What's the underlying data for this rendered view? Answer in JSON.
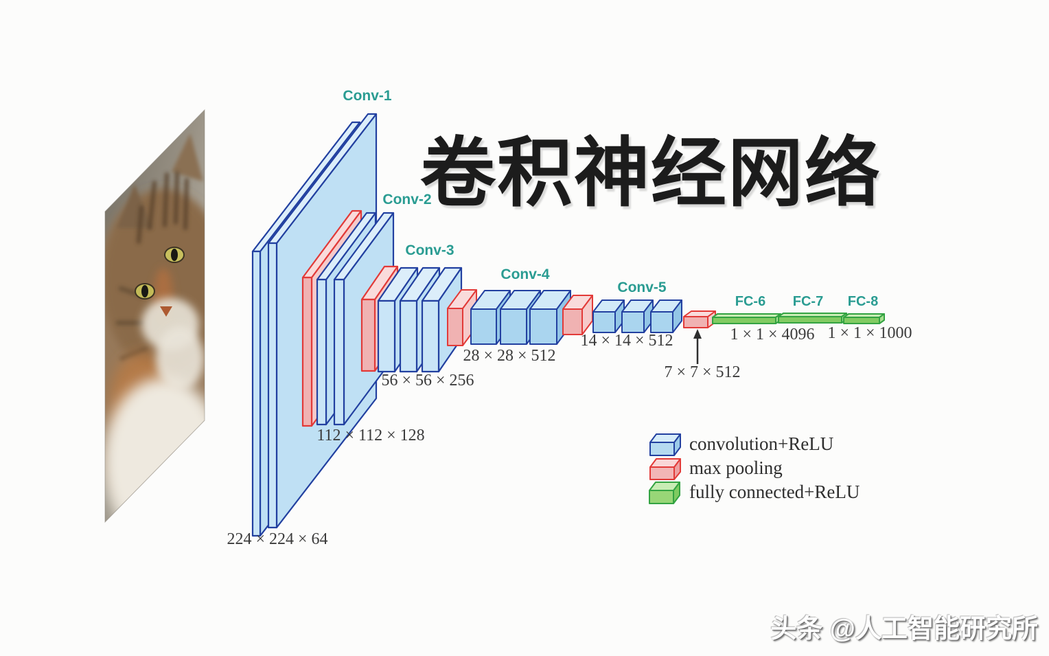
{
  "title": "卷积神经网络",
  "watermark": "头条 @人工智能研究所",
  "network": {
    "conv1": {
      "label": "Conv-1",
      "dim": "224 × 224 × 64"
    },
    "conv2": {
      "label": "Conv-2",
      "dim": "112 × 112 × 128"
    },
    "conv3": {
      "label": "Conv-3",
      "dim": "56 × 56 × 256"
    },
    "conv4": {
      "label": "Conv-4",
      "dim": "28 × 28 × 512"
    },
    "conv5": {
      "label": "Conv-5",
      "dim": "14 × 14 × 512"
    },
    "pool5": {
      "dim": "7 × 7 × 512"
    },
    "fc6": {
      "label": "FC-6",
      "dim": "1 × 1 × 4096"
    },
    "fc7": {
      "label": "FC-7"
    },
    "fc8": {
      "label": "FC-8",
      "dim": "1 × 1 × 1000"
    }
  },
  "legend": {
    "convolution": {
      "label": "convolution+ReLU",
      "color": "#b5daf0"
    },
    "max_pooling": {
      "label": "max pooling",
      "color": "#f2b6b6"
    },
    "fully_connected": {
      "label": "fully connected+ReLU",
      "color": "#98d677"
    }
  },
  "colors": {
    "layer_label": "#2a9c92",
    "dimension_text": "#3b3b3b",
    "blue_border": "#2240a0",
    "red_border": "#e23a38",
    "green_border": "#33a342",
    "title_text": "#1c1c1c"
  }
}
